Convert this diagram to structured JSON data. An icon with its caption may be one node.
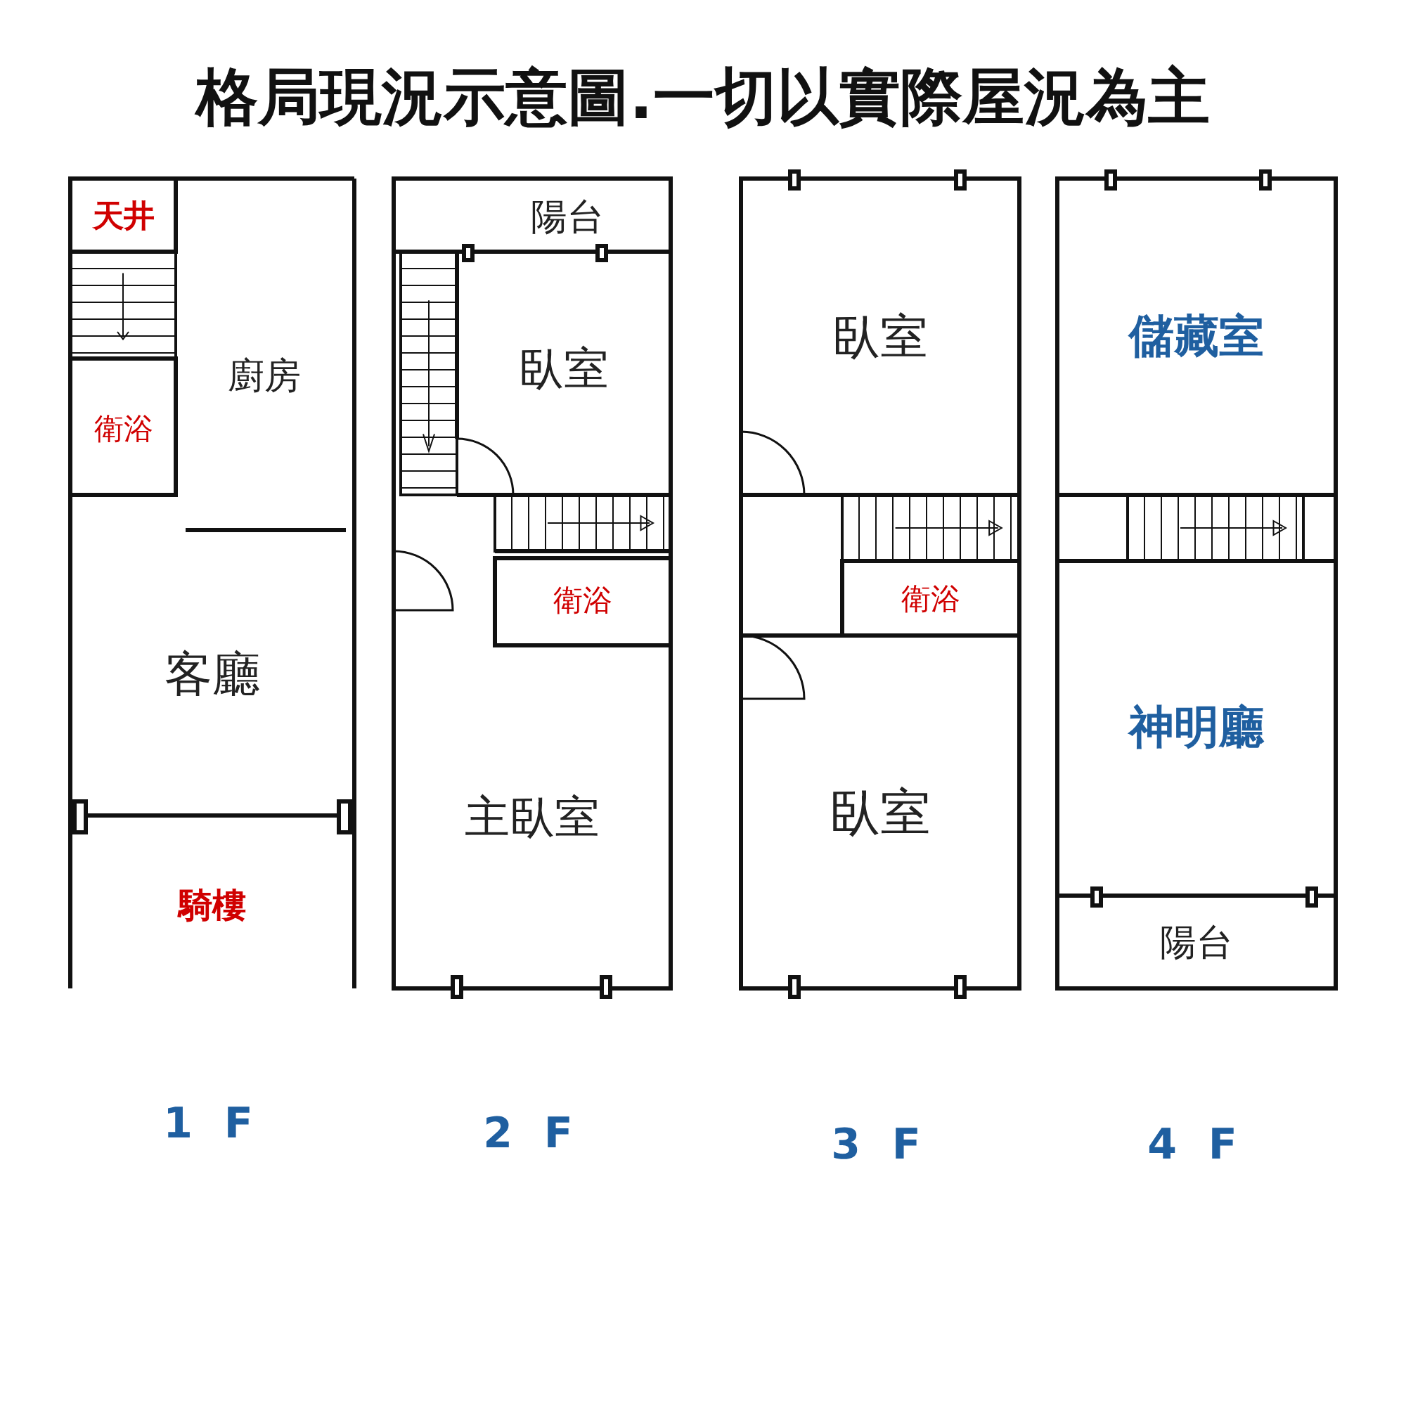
{
  "diagram": {
    "title": "格局現況示意圖.一切以實際屋況為主",
    "nodes": [
      {
        "text": [
          "1 F"
        ]
      },
      {
        "text": [
          "天井"
        ],
        "in": 0
      },
      {
        "text": [
          "廚房"
        ],
        "in": 0
      },
      {
        "text": [
          "衛浴"
        ],
        "in": 0
      },
      {
        "text": [
          "客廳"
        ],
        "in": 0
      },
      {
        "text": [
          "騎樓"
        ],
        "in": 0
      },
      {
        "text": [
          "2 F"
        ]
      },
      {
        "text": [
          "陽台"
        ],
        "in": 6
      },
      {
        "text": [
          "臥室"
        ],
        "in": 6
      },
      {
        "text": [
          "衛浴"
        ],
        "in": 6
      },
      {
        "text": [
          "主臥室"
        ],
        "in": 6
      },
      {
        "text": [
          "3 F"
        ]
      },
      {
        "text": [
          "臥室"
        ],
        "in": 11
      },
      {
        "text": [
          "衛浴"
        ],
        "in": 11
      },
      {
        "text": [
          "臥室"
        ],
        "in": 11
      },
      {
        "text": [
          "4 F"
        ]
      },
      {
        "text": [
          "儲藏室"
        ],
        "in": 15
      },
      {
        "text": [
          "神明廳"
        ],
        "in": 15
      },
      {
        "text": [
          "陽台"
        ],
        "in": 15
      }
    ],
    "edges": []
  }
}
